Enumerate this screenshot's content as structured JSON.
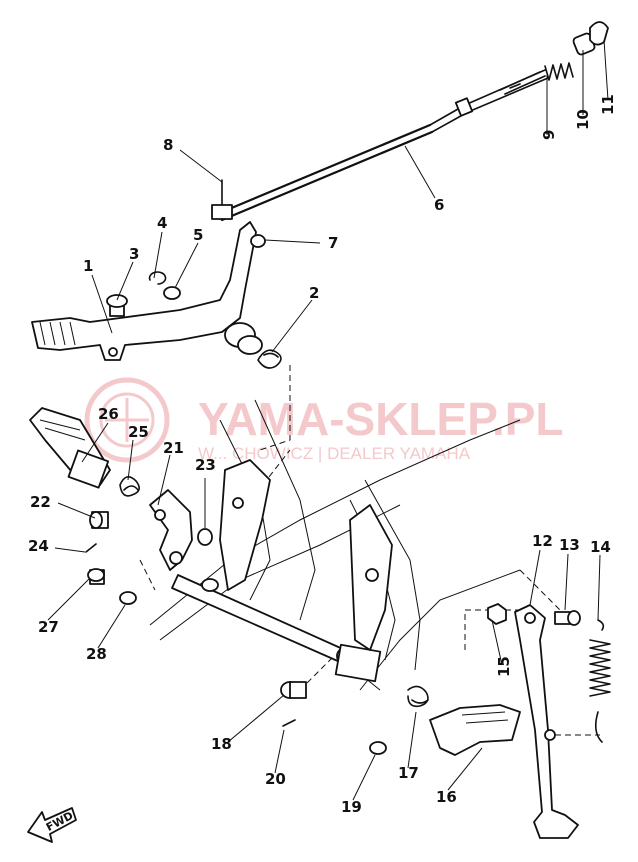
{
  "watermark": {
    "title": "YAMA-SKLEP.PL",
    "subtitle": "W... CHOWICZ | DEALER YAMAHA"
  },
  "fwd_marker": "FWD",
  "callouts": [
    {
      "id": "c1",
      "label": "1"
    },
    {
      "id": "c2",
      "label": "2"
    },
    {
      "id": "c3",
      "label": "3"
    },
    {
      "id": "c4",
      "label": "4"
    },
    {
      "id": "c5",
      "label": "5"
    },
    {
      "id": "c6",
      "label": "6"
    },
    {
      "id": "c7",
      "label": "7"
    },
    {
      "id": "c8",
      "label": "8"
    },
    {
      "id": "c9",
      "label": "9"
    },
    {
      "id": "c10",
      "label": "10"
    },
    {
      "id": "c11",
      "label": "11"
    },
    {
      "id": "c12",
      "label": "12"
    },
    {
      "id": "c13",
      "label": "13"
    },
    {
      "id": "c14",
      "label": "14"
    },
    {
      "id": "c15",
      "label": "15"
    },
    {
      "id": "c16",
      "label": "16"
    },
    {
      "id": "c17",
      "label": "17"
    },
    {
      "id": "c18",
      "label": "18"
    },
    {
      "id": "c19",
      "label": "19"
    },
    {
      "id": "c20",
      "label": "20"
    },
    {
      "id": "c21",
      "label": "21"
    },
    {
      "id": "c22",
      "label": "22"
    },
    {
      "id": "c23",
      "label": "23"
    },
    {
      "id": "c24",
      "label": "24"
    },
    {
      "id": "c25",
      "label": "25"
    },
    {
      "id": "c26",
      "label": "26"
    },
    {
      "id": "c27",
      "label": "27"
    },
    {
      "id": "c28",
      "label": "28"
    }
  ]
}
